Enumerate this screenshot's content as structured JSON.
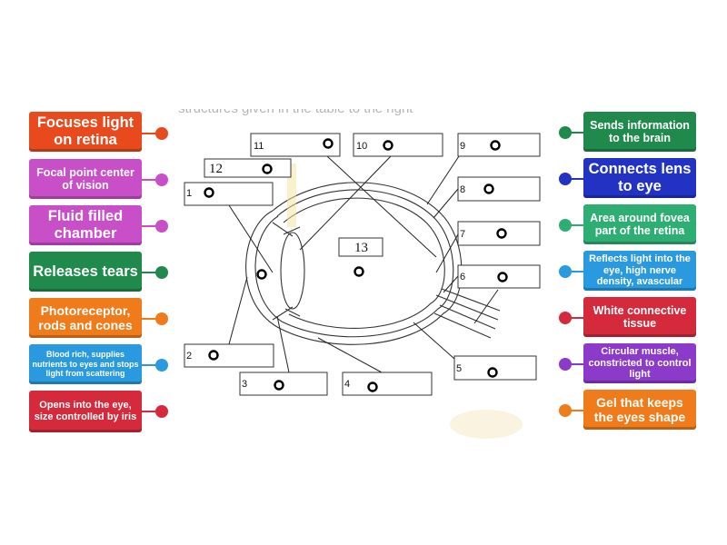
{
  "heading": "structures given in the table to the right",
  "left_tiles": [
    {
      "text": "Focuses light on retina",
      "color": "#e8491d",
      "dot": "#e8491d"
    },
    {
      "text": "Focal point center of vision",
      "color": "#c94fc9",
      "dot": "#c94fc9"
    },
    {
      "text": "Fluid filled chamber",
      "color": "#c94fc9",
      "dot": "#c94fc9"
    },
    {
      "text": "Releases tears",
      "color": "#1f8a4c",
      "dot": "#1f8a4c"
    },
    {
      "text": "Photoreceptor, rods and cones",
      "color": "#f07b1a",
      "dot": "#f07b1a"
    },
    {
      "text": "Blood rich, supplies nutrients to eyes and stops light from scattering",
      "color": "#2a9ae0",
      "dot": "#2a9ae0"
    },
    {
      "text": "Opens into the eye, size controlled by iris",
      "color": "#d42a3c",
      "dot": "#d42a3c"
    }
  ],
  "right_tiles": [
    {
      "text": "Sends information to the brain",
      "color": "#1f8a4c",
      "dot": "#1f8a4c"
    },
    {
      "text": "Connects lens to eye",
      "color": "#2233c4",
      "dot": "#2233c4"
    },
    {
      "text": "Area around fovea part of the retina",
      "color": "#2fae74",
      "dot": "#2fae74"
    },
    {
      "text": "Reflects light into the eye, high nerve density, avascular",
      "color": "#2a9ae0",
      "dot": "#2a9ae0"
    },
    {
      "text": "White connective tissue",
      "color": "#d42a3c",
      "dot": "#d42a3c"
    },
    {
      "text": "Circular muscle, constricted to control light",
      "color": "#8c3ac9",
      "dot": "#8c3ac9"
    },
    {
      "text": "Gel that keeps the eyes shape",
      "color": "#f07b1a",
      "dot": "#f07b1a"
    }
  ],
  "diagram_labels": {
    "n1": "1",
    "n2": "2",
    "n3": "3",
    "n4": "4",
    "n5": "5",
    "n6": "6",
    "n7": "7",
    "n8": "8",
    "n9": "9",
    "n10": "10",
    "n11": "11",
    "n12": "12",
    "n13": "13"
  }
}
